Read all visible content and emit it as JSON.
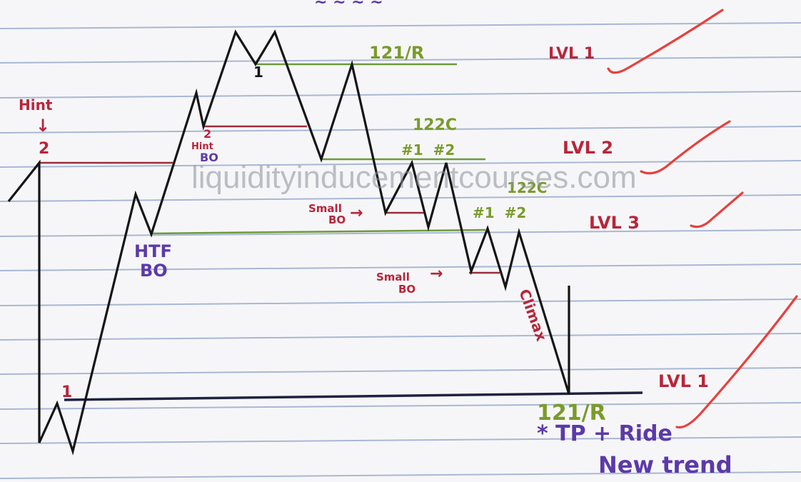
{
  "colors": {
    "paper": "#f6f6f8",
    "ruled_line": "#8fa3c9",
    "price_path": "#151515",
    "level_green": "#6e9a3a",
    "level_red": "#9b2d3a",
    "level_navy": "#1f2240",
    "check_mark": "#e8403c",
    "label_purple": "#5b3aa8",
    "label_red": "#b8253a",
    "label_green": "#7a9b2a"
  },
  "labels": {
    "hint_top": "Hint",
    "hint_num": "2",
    "peak_tick": "1",
    "bo_num": "2",
    "bo_hint": "Hint",
    "bo_label": "BO",
    "htf": "HTF",
    "htf_bo": "BO",
    "small_bo_1": "Small",
    "small_bo_1b": "BO",
    "small_bo_2": "Small",
    "small_bo_2b": "BO",
    "bottom_tick": "1",
    "climax": "Climax",
    "tp_ride": "* TP + Ride",
    "new_trend": "New trend"
  },
  "green_labels": {
    "r121_top": "121/R",
    "c122_a": "122C",
    "c122_a_marks": "#1  #2",
    "c122_b": "122C",
    "c122_b_marks": "#1  #2",
    "r121_bottom": "121/R"
  },
  "levels": {
    "lvl1_top": "LVL 1",
    "lvl2": "LVL 2",
    "lvl3": "LVL 3",
    "lvl1_bottom": "LVL 1"
  },
  "watermark": "liquidityinducementcourses.com",
  "header_fragment": "~ ~ ~ ~"
}
